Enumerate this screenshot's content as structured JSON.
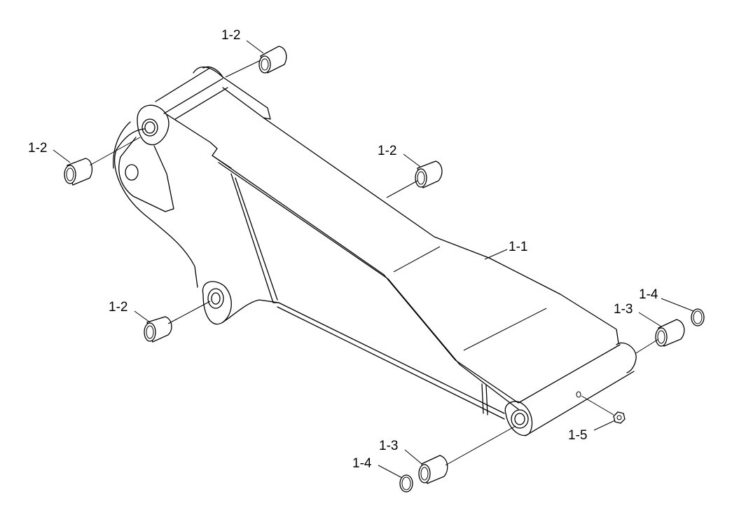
{
  "labels": {
    "bushing_top": "1-2",
    "bushing_left": "1-2",
    "bushing_mid": "1-2",
    "bushing_lower": "1-2",
    "main_frame": "1-1",
    "bushing_right": "1-3",
    "bushing_bottom": "1-3",
    "ring_right": "1-4",
    "ring_bottom": "1-4",
    "grease_fitting": "1-5"
  }
}
